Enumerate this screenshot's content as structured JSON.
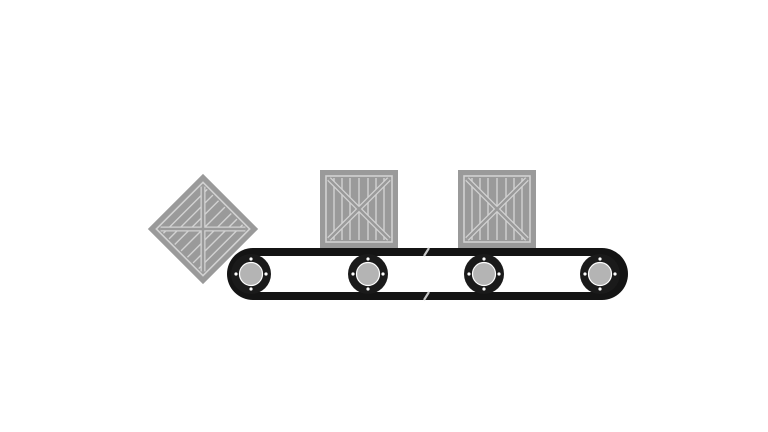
{
  "scene": {
    "subject": "conveyor-belt-with-crates",
    "colors": {
      "background": "#ffffff",
      "belt": "#141414",
      "belt_inner": "#ffffff",
      "roller_outer": "#1a1a1a",
      "roller_inner": "#b4b4b4",
      "roller_bolt": "#ffffff",
      "crate_fill": "#9a9a9a",
      "crate_line": "#d2d2d2",
      "belt_seam": "#c8c8c8"
    },
    "crates": [
      {
        "id": "crate-tilted",
        "orientation": "rotated-45"
      },
      {
        "id": "crate-middle",
        "orientation": "upright"
      },
      {
        "id": "crate-right",
        "orientation": "upright"
      }
    ],
    "rollers": [
      {
        "id": "roller-1"
      },
      {
        "id": "roller-2"
      },
      {
        "id": "roller-3"
      },
      {
        "id": "roller-4"
      }
    ]
  }
}
